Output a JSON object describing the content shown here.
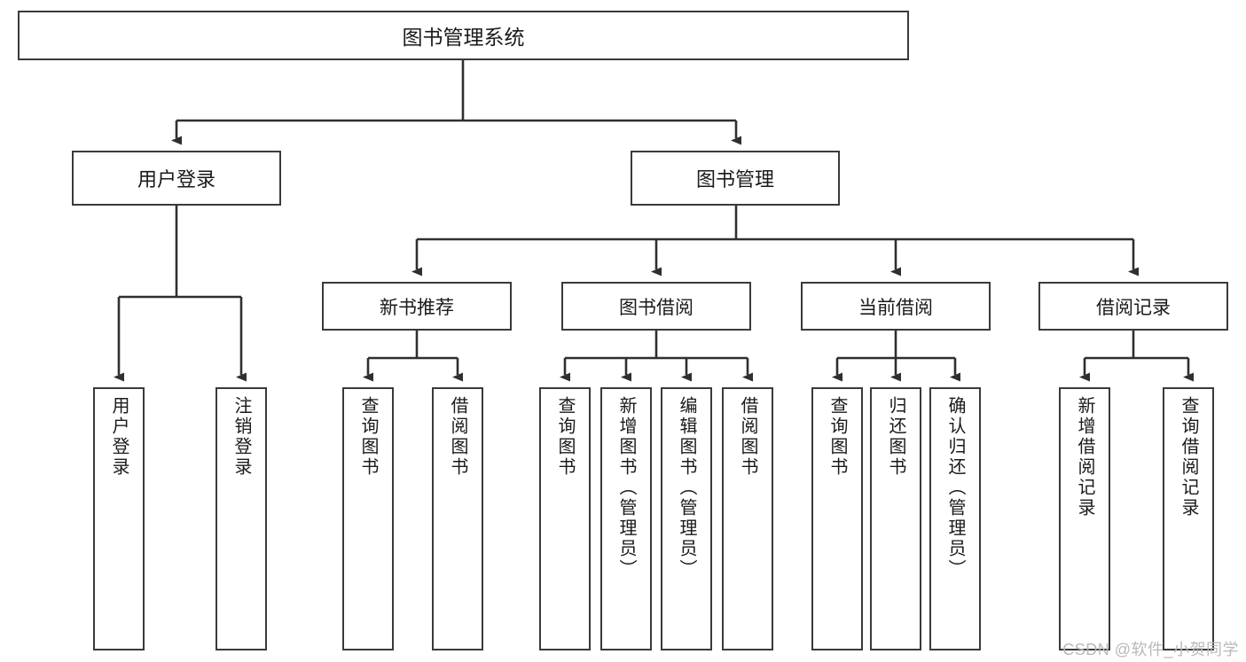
{
  "diagram": {
    "title": "图书管理系统",
    "type": "tree-hierarchy-diagram",
    "orientation": "top-down",
    "colors": {
      "box_border": "#3a3a3a",
      "box_fill": "#ffffff",
      "edge": "#2f2f2f",
      "text": "#1a1a1a",
      "watermark": "#b9b9b9",
      "background": "#ffffff"
    }
  },
  "root": {
    "label": "图书管理系统"
  },
  "level1": [
    {
      "id": "user-login",
      "label": "用户登录"
    },
    {
      "id": "book-management",
      "label": "图书管理"
    }
  ],
  "level2": [
    {
      "id": "new-book-recommend",
      "label": "新书推荐",
      "parent": "book-management"
    },
    {
      "id": "book-borrow",
      "label": "图书借阅",
      "parent": "book-management"
    },
    {
      "id": "current-borrow",
      "label": "当前借阅",
      "parent": "book-management"
    },
    {
      "id": "borrow-record",
      "label": "借阅记录",
      "parent": "book-management"
    }
  ],
  "leaves": [
    {
      "id": "leaf-user-login",
      "label": "用户登录",
      "parent": "user-login"
    },
    {
      "id": "leaf-logout-login",
      "label": "注销登录",
      "parent": "user-login"
    },
    {
      "id": "leaf-query-book-1",
      "label": "查询图书",
      "parent": "new-book-recommend"
    },
    {
      "id": "leaf-borrow-book-1",
      "label": "借阅图书",
      "parent": "new-book-recommend"
    },
    {
      "id": "leaf-query-book-2",
      "label": "查询图书",
      "parent": "book-borrow"
    },
    {
      "id": "leaf-add-book",
      "label": "新增图书（管理员）",
      "parent": "book-borrow"
    },
    {
      "id": "leaf-edit-book",
      "label": "编辑图书（管理员）",
      "parent": "book-borrow"
    },
    {
      "id": "leaf-borrow-book-2",
      "label": "借阅图书",
      "parent": "book-borrow"
    },
    {
      "id": "leaf-query-book-3",
      "label": "查询图书",
      "parent": "current-borrow"
    },
    {
      "id": "leaf-return-book",
      "label": "归还图书",
      "parent": "current-borrow"
    },
    {
      "id": "leaf-confirm-return",
      "label": "确认归还（管理员）",
      "parent": "current-borrow"
    },
    {
      "id": "leaf-add-record",
      "label": "新增借阅记录",
      "parent": "borrow-record"
    },
    {
      "id": "leaf-query-record",
      "label": "查询借阅记录",
      "parent": "borrow-record"
    }
  ],
  "watermark": {
    "text": "CSDN @软件_小贺同学"
  }
}
